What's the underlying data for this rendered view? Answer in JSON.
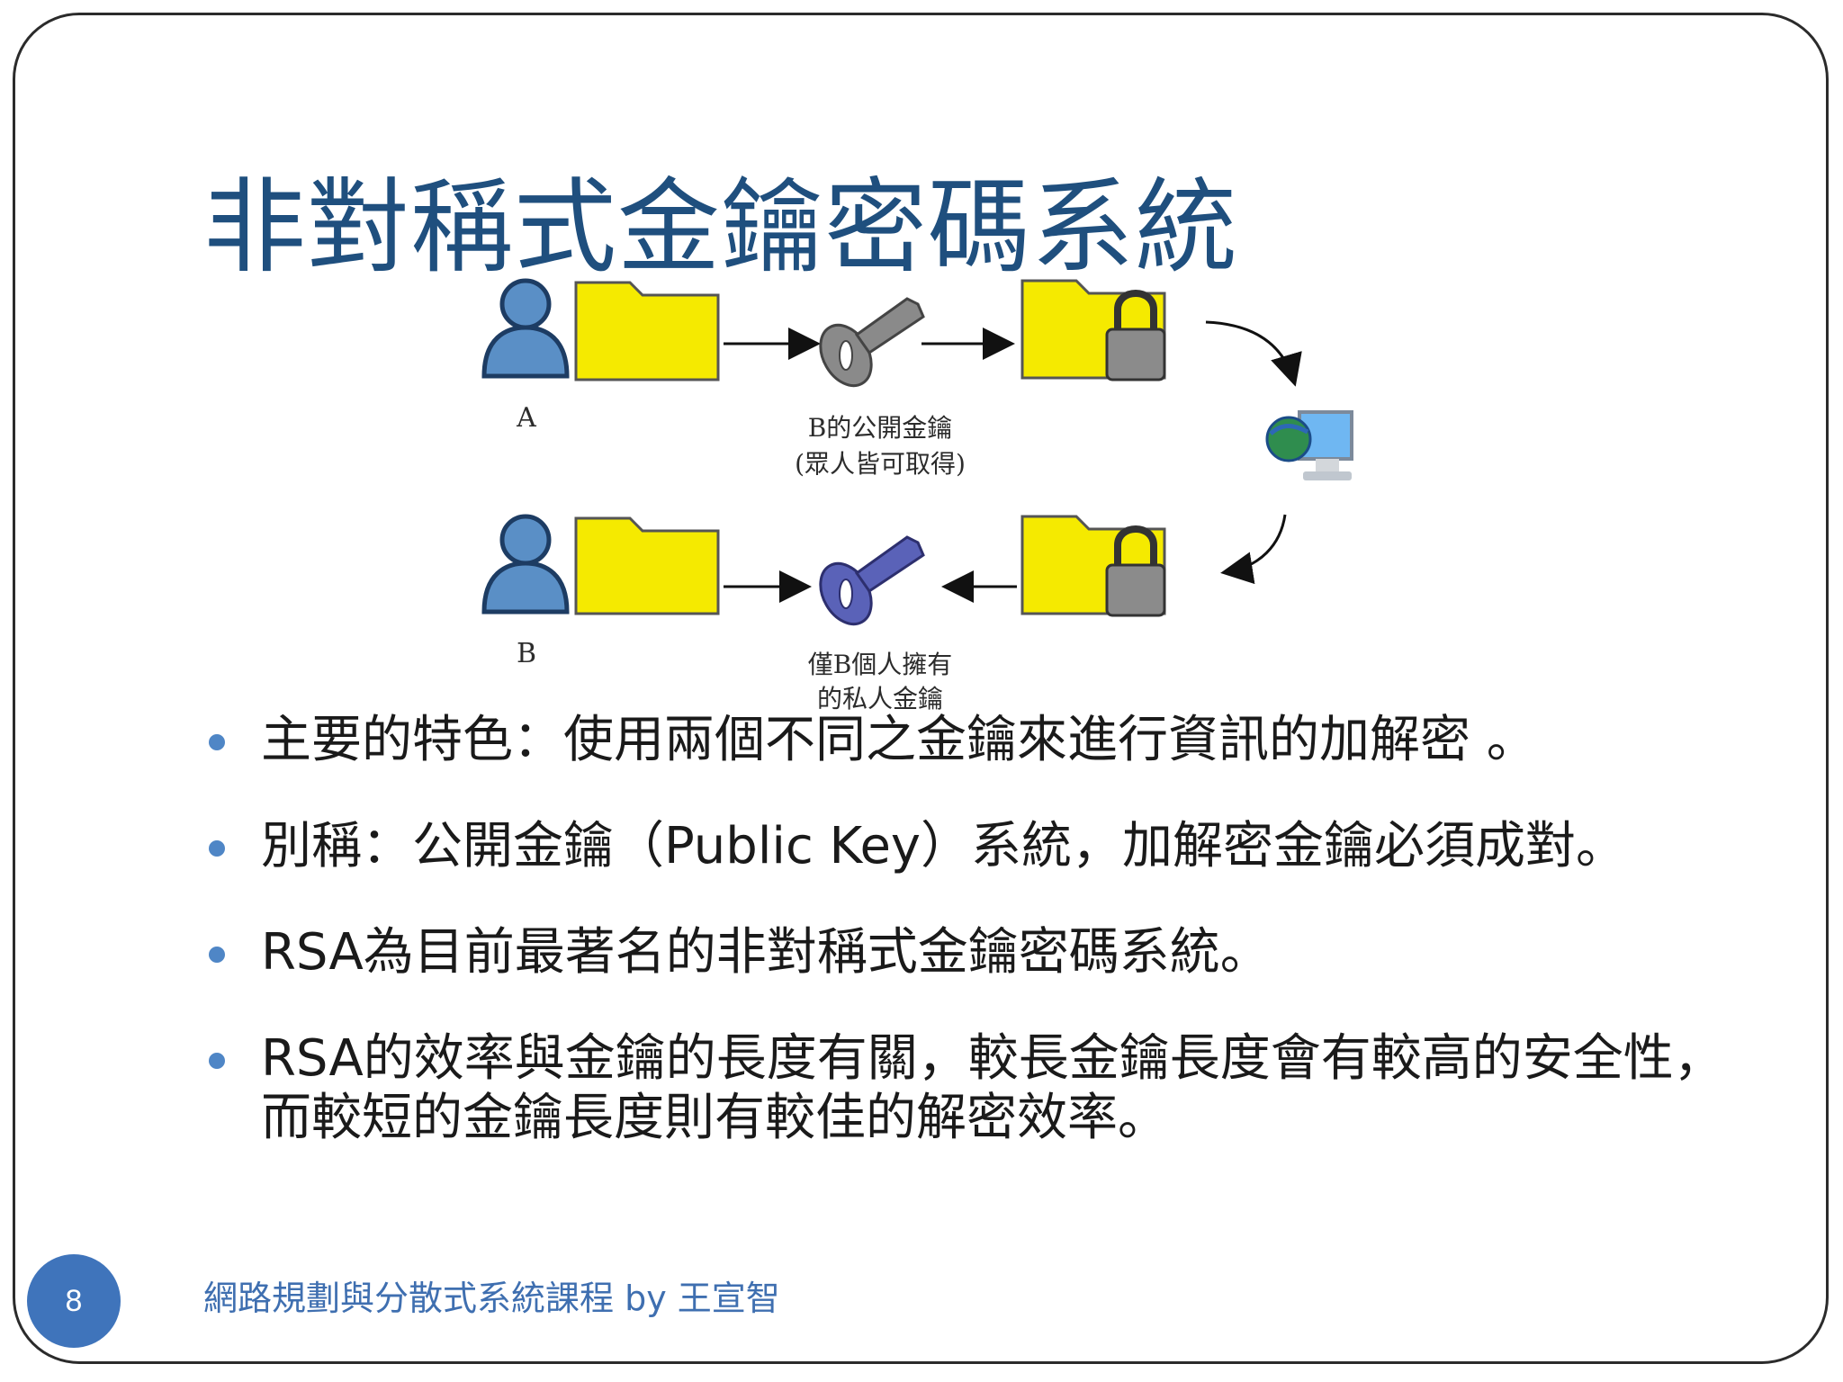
{
  "slide": {
    "title": "非對稱式金鑰密碼系統",
    "page_number": "8",
    "footer": "網路規劃與分散式系統課程  by 王宣智"
  },
  "diagram": {
    "label_a": "A",
    "label_b": "B",
    "public_key_line1": "B的公開金鑰",
    "public_key_line2": "(眾人皆可取得)",
    "private_key_line1": "僅B個人擁有",
    "private_key_line2": "的私人金鑰"
  },
  "bullets": [
    "主要的特色：使用兩個不同之金鑰來進行資訊的加解密 。",
    "別稱：公開金鑰（Public Key）系統，加解密金鑰必須成對。",
    "RSA為目前最著名的非對稱式金鑰密碼系統。",
    "RSA的效率與金鑰的長度有關，較長金鑰長度會有較高的安全性，而較短的金鑰長度則有較佳的解密效率。"
  ],
  "colors": {
    "title": "#1f4f7e",
    "bullet_dot": "#4f86c6",
    "footer_text": "#3f6fb0",
    "badge": "#3f74bb",
    "folder": "#f5ea00",
    "person": "#5a8fc6",
    "public_key": "#8a8a8a",
    "private_key": "#5a62b8"
  }
}
